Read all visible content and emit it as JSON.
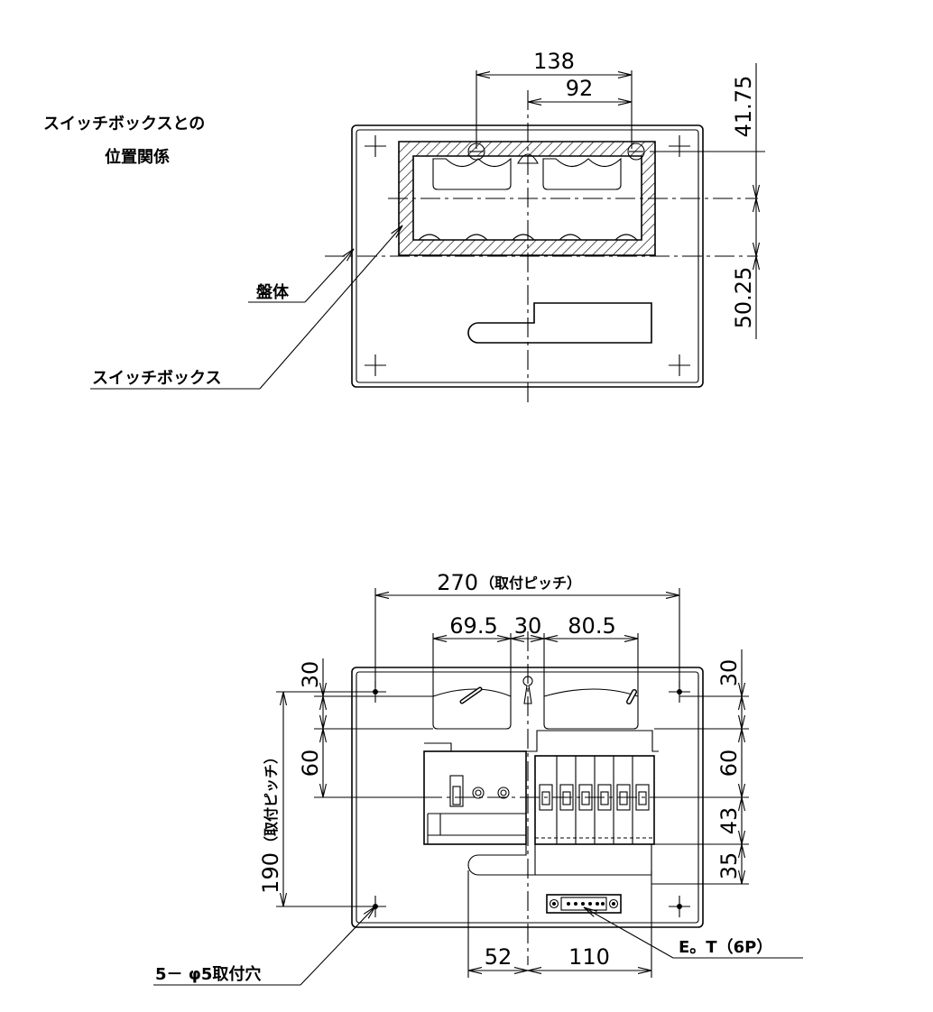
{
  "top_view": {
    "title_line1": "スイッチボックスとの",
    "title_line2": "位置関係",
    "label_panel": "盤体",
    "label_switchbox": "スイッチボックス",
    "dim_138": "138",
    "dim_92": "92",
    "dim_41_75": "41.75",
    "dim_50_25": "50.25"
  },
  "front_view": {
    "dim_270_num": "270",
    "dim_270_note": "（取付ピッチ）",
    "dim_69_5": "69.5",
    "dim_30_mid": "30",
    "dim_80_5": "80.5",
    "dim_30_left": "30",
    "dim_60_left": "60",
    "dim_190_num": "190",
    "dim_190_note": "（取付ピッチ）",
    "dim_30_right": "30",
    "dim_60_right": "60",
    "dim_43": "43",
    "dim_35": "35",
    "dim_52": "52",
    "dim_110": "110",
    "label_terminal": "E。T（6P）",
    "label_holes": "5－ φ5取付穴"
  }
}
